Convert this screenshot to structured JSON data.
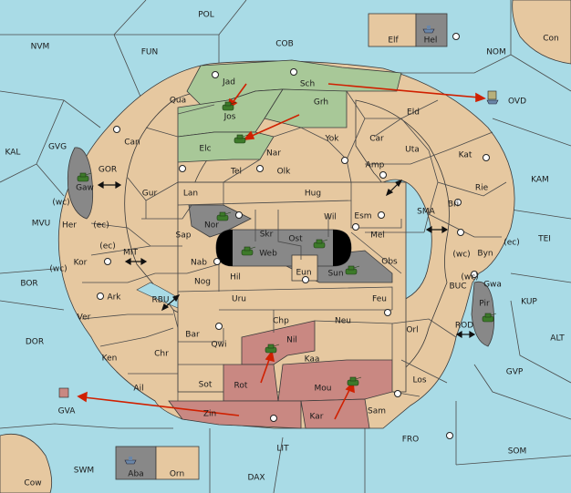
{
  "colors": {
    "sea": "#a9dbe6",
    "land": "#e6c8a0",
    "power_green": "#a8c898",
    "power_red": "#c98882",
    "impassable": "#888888",
    "arrow": "#d02000",
    "unit": "#3d7a2a"
  },
  "sea_regions": [
    {
      "abbr": "POL"
    },
    {
      "abbr": "COB"
    },
    {
      "abbr": "NVM"
    },
    {
      "abbr": "FUN"
    },
    {
      "abbr": "NOM"
    },
    {
      "abbr": "Con"
    },
    {
      "abbr": "KAL"
    },
    {
      "abbr": "GVG"
    },
    {
      "abbr": "GOR"
    },
    {
      "abbr": "MVU"
    },
    {
      "abbr": "BOR"
    },
    {
      "abbr": "MIT"
    },
    {
      "abbr": "RBU"
    },
    {
      "abbr": "DOR"
    },
    {
      "abbr": "GVA"
    },
    {
      "abbr": "SWM"
    },
    {
      "abbr": "Cow"
    },
    {
      "abbr": "LIT"
    },
    {
      "abbr": "DAX"
    },
    {
      "abbr": "FRO"
    },
    {
      "abbr": "SOM"
    },
    {
      "abbr": "GVP"
    },
    {
      "abbr": "ALT"
    },
    {
      "abbr": "KUP"
    },
    {
      "abbr": "TEI"
    },
    {
      "abbr": "KAM"
    },
    {
      "abbr": "SMA"
    },
    {
      "abbr": "BUC"
    },
    {
      "abbr": "ROD"
    },
    {
      "abbr": "OVD"
    }
  ],
  "land_regions": [
    {
      "abbr": "Jad",
      "owner": "green",
      "supply": true
    },
    {
      "abbr": "Sch",
      "owner": "green",
      "supply": true
    },
    {
      "abbr": "Jos",
      "owner": "green",
      "supply": false
    },
    {
      "abbr": "Grh",
      "owner": "green",
      "supply": false
    },
    {
      "abbr": "Elc",
      "owner": "green",
      "supply": true
    },
    {
      "abbr": "Qua",
      "supply": false
    },
    {
      "abbr": "Can",
      "supply": true
    },
    {
      "abbr": "Eld",
      "supply": false
    },
    {
      "abbr": "Yok",
      "supply": true
    },
    {
      "abbr": "Car",
      "supply": false
    },
    {
      "abbr": "Uta",
      "supply": false
    },
    {
      "abbr": "Nar",
      "supply": false
    },
    {
      "abbr": "Tel",
      "supply": true
    },
    {
      "abbr": "Olk",
      "supply": true
    },
    {
      "abbr": "Amp",
      "supply": true
    },
    {
      "abbr": "Kat",
      "supply": true
    },
    {
      "abbr": "Gur",
      "supply": false
    },
    {
      "abbr": "Lan",
      "supply": false
    },
    {
      "abbr": "Hug",
      "supply": false
    },
    {
      "abbr": "Rie",
      "supply": true
    },
    {
      "abbr": "Bri",
      "supply": false
    },
    {
      "abbr": "Esm",
      "supply": true
    },
    {
      "abbr": "Wil",
      "supply": true
    },
    {
      "abbr": "Nor",
      "supply": false
    },
    {
      "abbr": "Her",
      "supply": false
    },
    {
      "abbr": "Sap",
      "supply": false
    },
    {
      "abbr": "Skr",
      "supply": false
    },
    {
      "abbr": "Ost",
      "supply": false
    },
    {
      "abbr": "Web",
      "supply": false
    },
    {
      "abbr": "Mel",
      "supply": true
    },
    {
      "abbr": "Byn",
      "supply": true
    },
    {
      "abbr": "Kor",
      "supply": true
    },
    {
      "abbr": "Nab",
      "supply": true
    },
    {
      "abbr": "Eun",
      "supply": false
    },
    {
      "abbr": "Sun",
      "supply": false
    },
    {
      "abbr": "Obs",
      "supply": false
    },
    {
      "abbr": "Gwa",
      "supply": true
    },
    {
      "abbr": "Ark",
      "supply": false
    },
    {
      "abbr": "Hil",
      "supply": false
    },
    {
      "abbr": "Nog",
      "supply": false
    },
    {
      "abbr": "Uru",
      "supply": false
    },
    {
      "abbr": "Feu",
      "supply": true
    },
    {
      "abbr": "Pir",
      "supply": false
    },
    {
      "abbr": "Ver",
      "supply": false
    },
    {
      "abbr": "Chp",
      "supply": false
    },
    {
      "abbr": "Neu",
      "supply": false
    },
    {
      "abbr": "Bar",
      "supply": false
    },
    {
      "abbr": "Qwi",
      "supply": true
    },
    {
      "abbr": "Nil",
      "owner": "red",
      "supply": false
    },
    {
      "abbr": "Orl",
      "supply": false
    },
    {
      "abbr": "Ken",
      "supply": false
    },
    {
      "abbr": "Chr",
      "supply": false
    },
    {
      "abbr": "Kaa",
      "supply": false
    },
    {
      "abbr": "Rot",
      "owner": "red",
      "supply": false
    },
    {
      "abbr": "Los",
      "supply": false
    },
    {
      "abbr": "Sot",
      "supply": false
    },
    {
      "abbr": "Ail",
      "supply": false
    },
    {
      "abbr": "Mou",
      "owner": "red",
      "supply": false
    },
    {
      "abbr": "Zin",
      "owner": "red",
      "supply": false
    },
    {
      "abbr": "Kar",
      "owner": "red",
      "supply": false
    },
    {
      "abbr": "Sam",
      "supply": false
    },
    {
      "abbr": "Gaw",
      "supply": false
    },
    {
      "abbr": "Elf",
      "supply": false
    },
    {
      "abbr": "Hel",
      "supply": false
    },
    {
      "abbr": "Aba",
      "supply": false
    },
    {
      "abbr": "Orn",
      "supply": false
    }
  ],
  "coast_labels": [
    "(wc)",
    "(ec)",
    "(ec)",
    "(wc)",
    "(wc)",
    "(ec)",
    "(wc)"
  ],
  "orders": [
    {
      "from": "Jad",
      "to": "Jos"
    },
    {
      "from": "Grh",
      "to": "Elc"
    },
    {
      "from": "Sch",
      "to": "OVD"
    },
    {
      "from": "Zin",
      "to": "GVA"
    },
    {
      "from": "Rot",
      "to": "Nil"
    },
    {
      "from": "Kar",
      "to": "Mou"
    }
  ]
}
